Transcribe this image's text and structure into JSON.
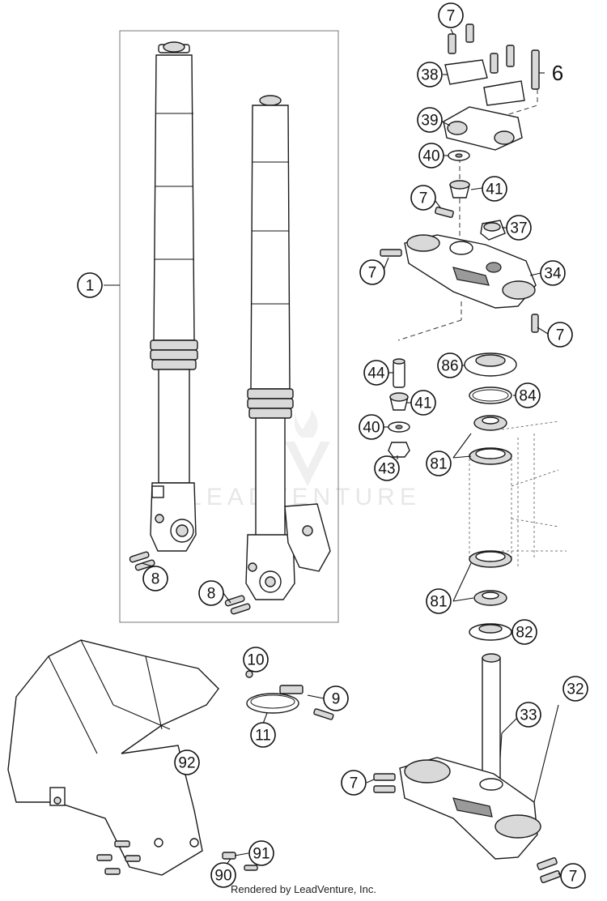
{
  "diagram": {
    "labels": {
      "fork_assembly": "1",
      "screw_top": "7",
      "screw_bolt": "6",
      "clamp_38": "38",
      "clamp_39": "39",
      "washer_40_top": "40",
      "spacer_41_top": "41",
      "screw_mid": "7",
      "nut_37": "37",
      "screw_left": "7",
      "triple_clamp_34": "34",
      "screw_right": "7",
      "sleeve_44": "44",
      "seal_86": "86",
      "spacer_41_mid": "41",
      "oring_84": "84",
      "washer_40_mid": "40",
      "nut_43": "43",
      "bearing_81_top": "81",
      "screw_8_left": "8",
      "screw_8_right": "8",
      "bearing_81_bottom": "81",
      "seal_82": "82",
      "nut_10": "10",
      "screw_9": "9",
      "clamp_11": "11",
      "bottom_clamp_32": "32",
      "steering_stem_33": "33",
      "fender_92": "92",
      "screw_bottom_left": "7",
      "screw_bottom_right": "7",
      "screw_91": "91",
      "washer_90": "90"
    },
    "watermark": "LEADVENTURE",
    "footer": "Rendered by LeadVenture, Inc."
  }
}
